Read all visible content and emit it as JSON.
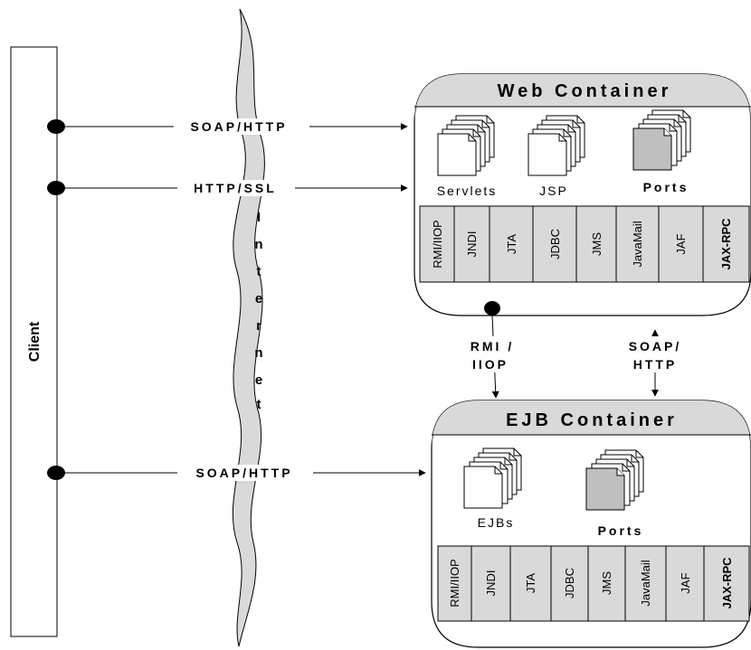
{
  "client": {
    "label": "Client"
  },
  "internet": {
    "letters": [
      "I",
      "n",
      "t",
      "e",
      "r",
      "n",
      "e",
      "t"
    ]
  },
  "connections": {
    "client_soap_http_1": "SOAP/HTTP",
    "client_http_ssl": "HTTP/SSL",
    "client_soap_http_2": "SOAP/HTTP",
    "rmi_iiop_line1": "RMI /",
    "rmi_iiop_line2": "IIOP",
    "web_ejb_soap_line1": "SOAP/",
    "web_ejb_soap_line2": "HTTP"
  },
  "web_container": {
    "title": "Web Container",
    "components": {
      "servlets": "Servlets",
      "jsp": "JSP",
      "ports": "Ports"
    },
    "apis": [
      "RMI/IIOP",
      "JNDI",
      "JTA",
      "JDBC",
      "JMS",
      "JavaMail",
      "JAF",
      "JAX-RPC"
    ]
  },
  "ejb_container": {
    "title": "EJB Container",
    "components": {
      "ejbs": "EJBs",
      "ports": "Ports"
    },
    "apis": [
      "RMI/IIOP",
      "JNDI",
      "JTA",
      "JDBC",
      "JMS",
      "JavaMail",
      "JAF",
      "JAX-RPC"
    ]
  },
  "colors": {
    "shade": "#d9d9d9",
    "port_fill": "#bfbfbf",
    "line": "#000000"
  }
}
